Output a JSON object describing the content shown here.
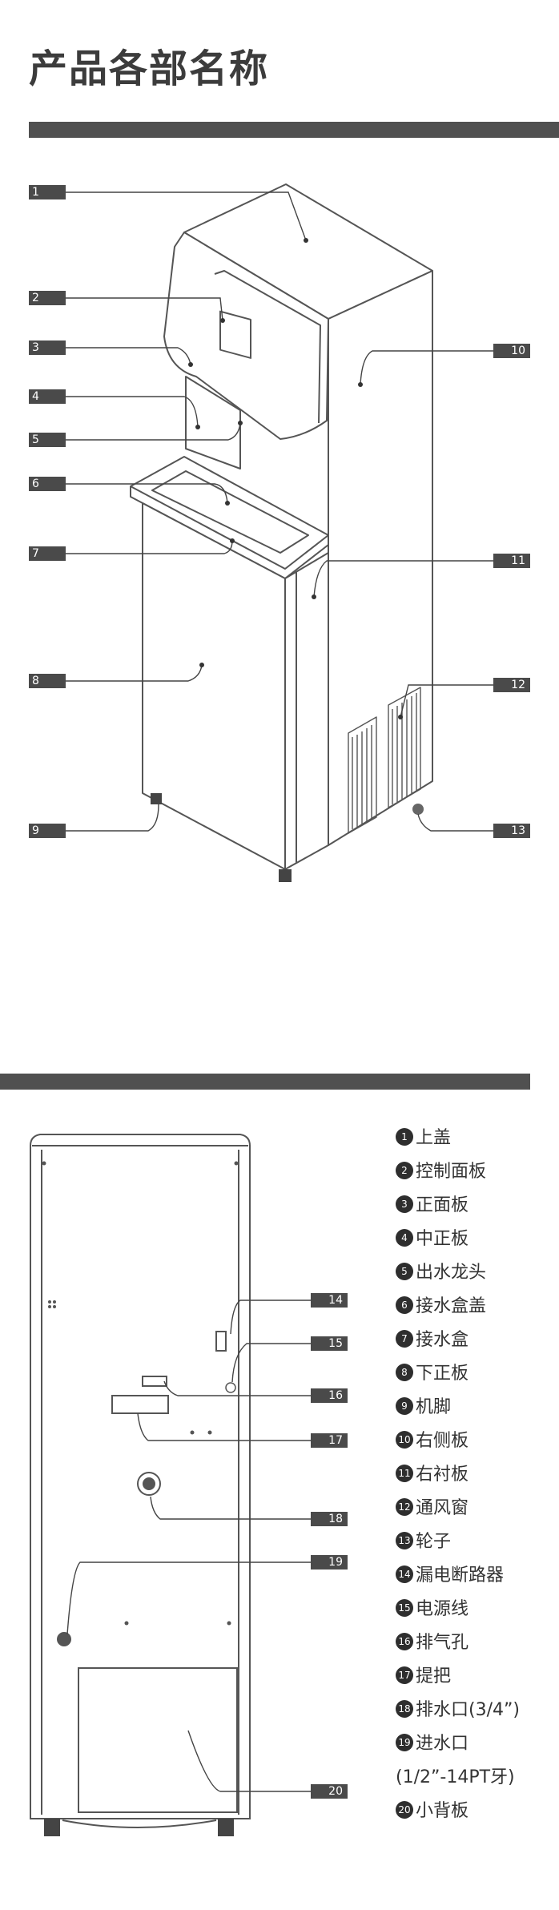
{
  "title": "产品各部名称",
  "labels": {
    "l1": "1",
    "l2": "2",
    "l3": "3",
    "l4": "4",
    "l5": "5",
    "l6": "6",
    "l7": "7",
    "l8": "8",
    "l9": "9",
    "l10": "10",
    "l11": "11",
    "l12": "12",
    "l13": "13",
    "l14": "14",
    "l15": "15",
    "l16": "16",
    "l17": "17",
    "l18": "18",
    "l19": "19",
    "l20": "20"
  },
  "legend": [
    {
      "num": "1",
      "text": "上盖"
    },
    {
      "num": "2",
      "text": "控制面板"
    },
    {
      "num": "3",
      "text": "正面板"
    },
    {
      "num": "4",
      "text": "中正板"
    },
    {
      "num": "5",
      "text": "出水龙头"
    },
    {
      "num": "6",
      "text": "接水盒盖"
    },
    {
      "num": "7",
      "text": "接水盒"
    },
    {
      "num": "8",
      "text": "下正板"
    },
    {
      "num": "9",
      "text": "机脚"
    },
    {
      "num": "10",
      "text": "右侧板"
    },
    {
      "num": "11",
      "text": "右衬板"
    },
    {
      "num": "12",
      "text": "通风窗"
    },
    {
      "num": "13",
      "text": "轮子"
    },
    {
      "num": "14",
      "text": "漏电断路器"
    },
    {
      "num": "15",
      "text": "电源线"
    },
    {
      "num": "16",
      "text": "排气孔"
    },
    {
      "num": "17",
      "text": "提把"
    },
    {
      "num": "18",
      "text": "排水口(3/4”)"
    },
    {
      "num": "19",
      "text": "进水口"
    },
    {
      "num": "",
      "text": "(1/2”-14PT牙)"
    },
    {
      "num": "20",
      "text": "小背板"
    }
  ]
}
